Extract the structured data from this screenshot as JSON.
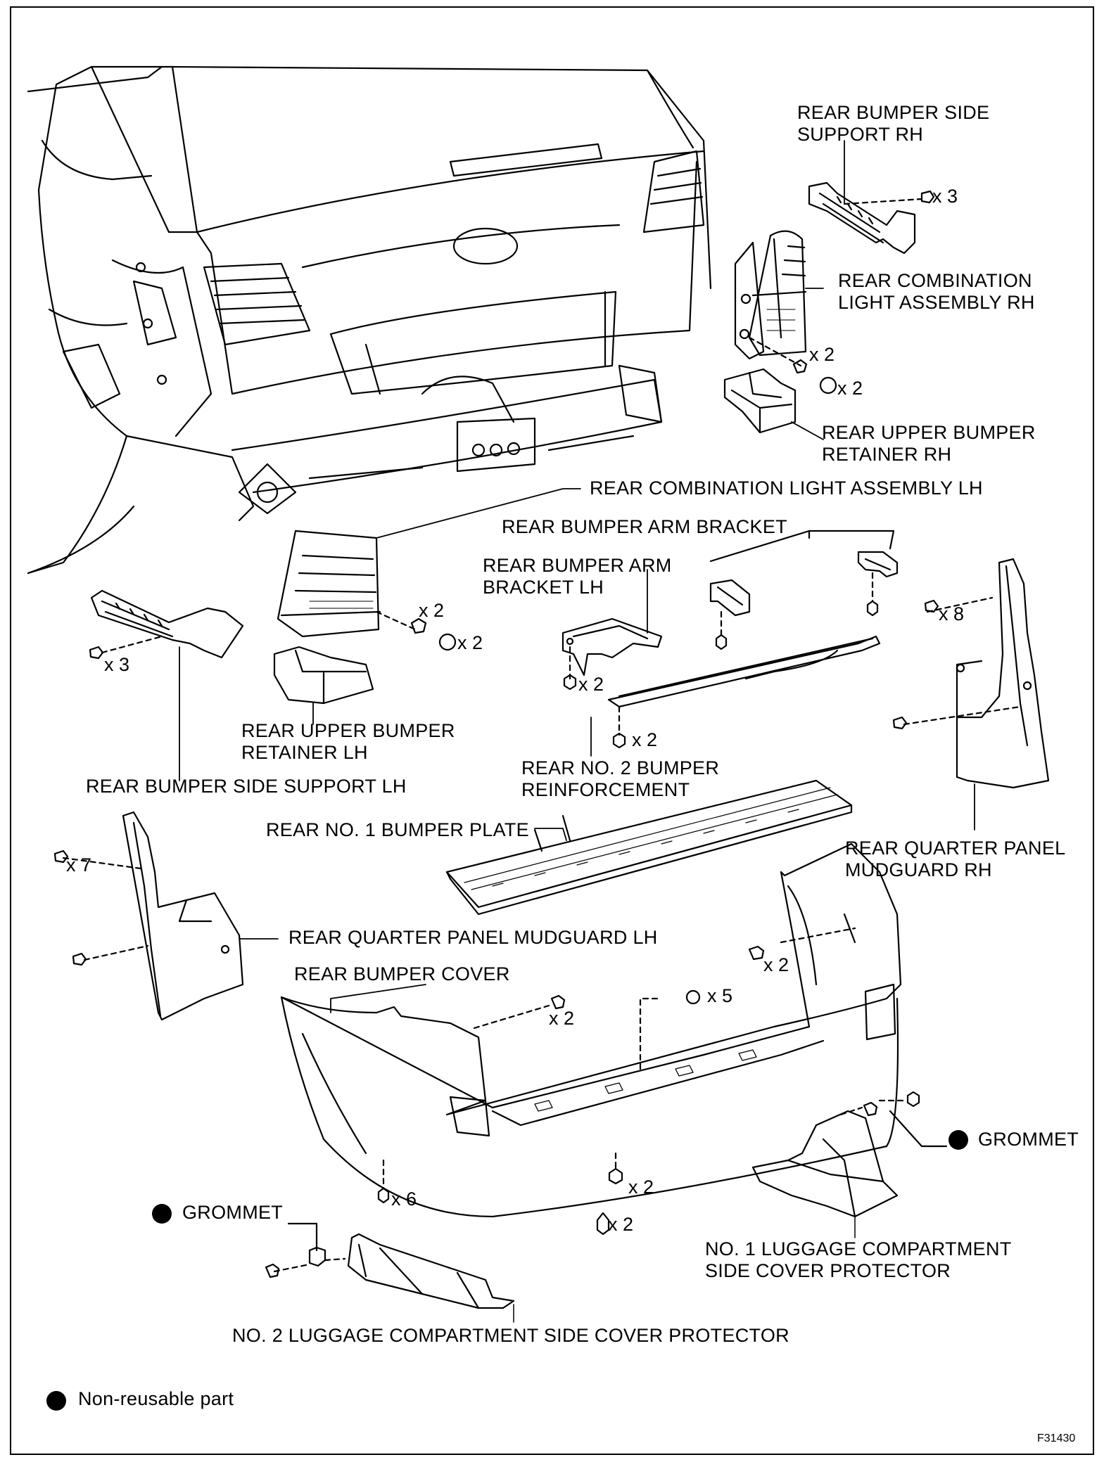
{
  "labels": {
    "side_support_rh": [
      "REAR BUMPER SIDE",
      "SUPPORT RH"
    ],
    "comb_light_rh": [
      "REAR COMBINATION",
      "LIGHT ASSEMBLY RH"
    ],
    "upper_retainer_rh": [
      "REAR UPPER BUMPER",
      "RETAINER RH"
    ],
    "comb_light_lh": "REAR COMBINATION LIGHT ASSEMBLY LH",
    "arm_bracket": "REAR BUMPER ARM BRACKET",
    "arm_bracket_lh": [
      "REAR BUMPER ARM",
      "BRACKET LH"
    ],
    "upper_retainer_lh": [
      "REAR UPPER BUMPER",
      "RETAINER LH"
    ],
    "side_support_lh": "REAR BUMPER SIDE SUPPORT LH",
    "no2_reinforcement": [
      "REAR NO. 2 BUMPER",
      "REINFORCEMENT"
    ],
    "no1_plate": "REAR NO. 1 BUMPER PLATE",
    "mudguard_rh": [
      "REAR QUARTER PANEL",
      "MUDGUARD RH"
    ],
    "mudguard_lh": "REAR QUARTER PANEL MUDGUARD LH",
    "bumper_cover": "REAR BUMPER COVER",
    "grommet_right": "GROMMET",
    "grommet_left": "GROMMET",
    "no1_protector": [
      "NO. 1 LUGGAGE COMPARTMENT",
      "SIDE COVER PROTECTOR"
    ],
    "no2_protector": "NO. 2 LUGGAGE COMPARTMENT SIDE COVER PROTECTOR"
  },
  "quantities": {
    "q_support_rh": "x 3",
    "q_light_rh_screw": "x 2",
    "q_light_rh_ring": "x 2",
    "q_light_lh_screw": "x 2",
    "q_light_lh_ring": "x 2",
    "q_support_lh": "x 3",
    "q_bracket_lh": "x 2",
    "q_reinforcement": "x 2",
    "q_mudguard_rh": "x 8",
    "q_mudguard_lh": "x 7",
    "q_cover_clip_right": "x 2",
    "q_cover_clip_left": "x 2",
    "q_cover_nut": "x 5",
    "q_cover_bottom_left": "x 6",
    "q_cover_bottom_a": "x 2",
    "q_cover_bottom_b": "x 2"
  },
  "legend": {
    "text": "Non-reusable part"
  },
  "figure_id": "F31430"
}
